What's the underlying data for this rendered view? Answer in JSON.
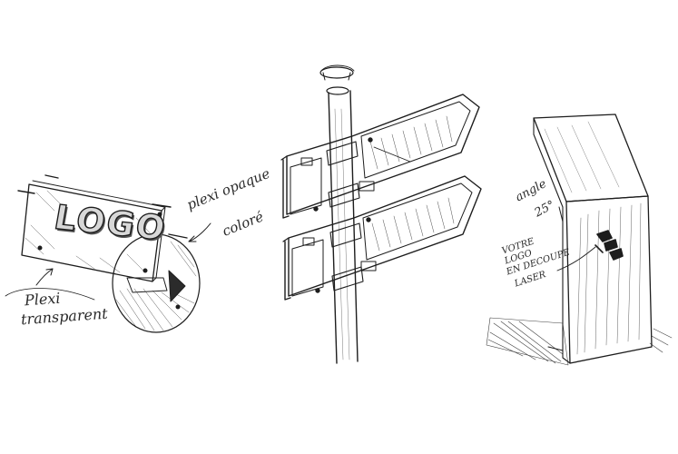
{
  "sketches": {
    "plaque": {
      "logo_text": "LOGO",
      "note_plexi_opaque": "plexi opaque",
      "note_colored": "coloré",
      "note_plexi": "Plexi",
      "note_transparent": "transparent"
    },
    "totem": {
      "note_angle": "angle",
      "note_degrees": "25°",
      "note_votre": "VOTRE",
      "note_logo": "LOGO",
      "note_decoupe": "EN DECOUPE",
      "note_laser": "LASER"
    }
  },
  "colors": {
    "ink": "#1d1d1d",
    "paper": "#ffffff"
  }
}
